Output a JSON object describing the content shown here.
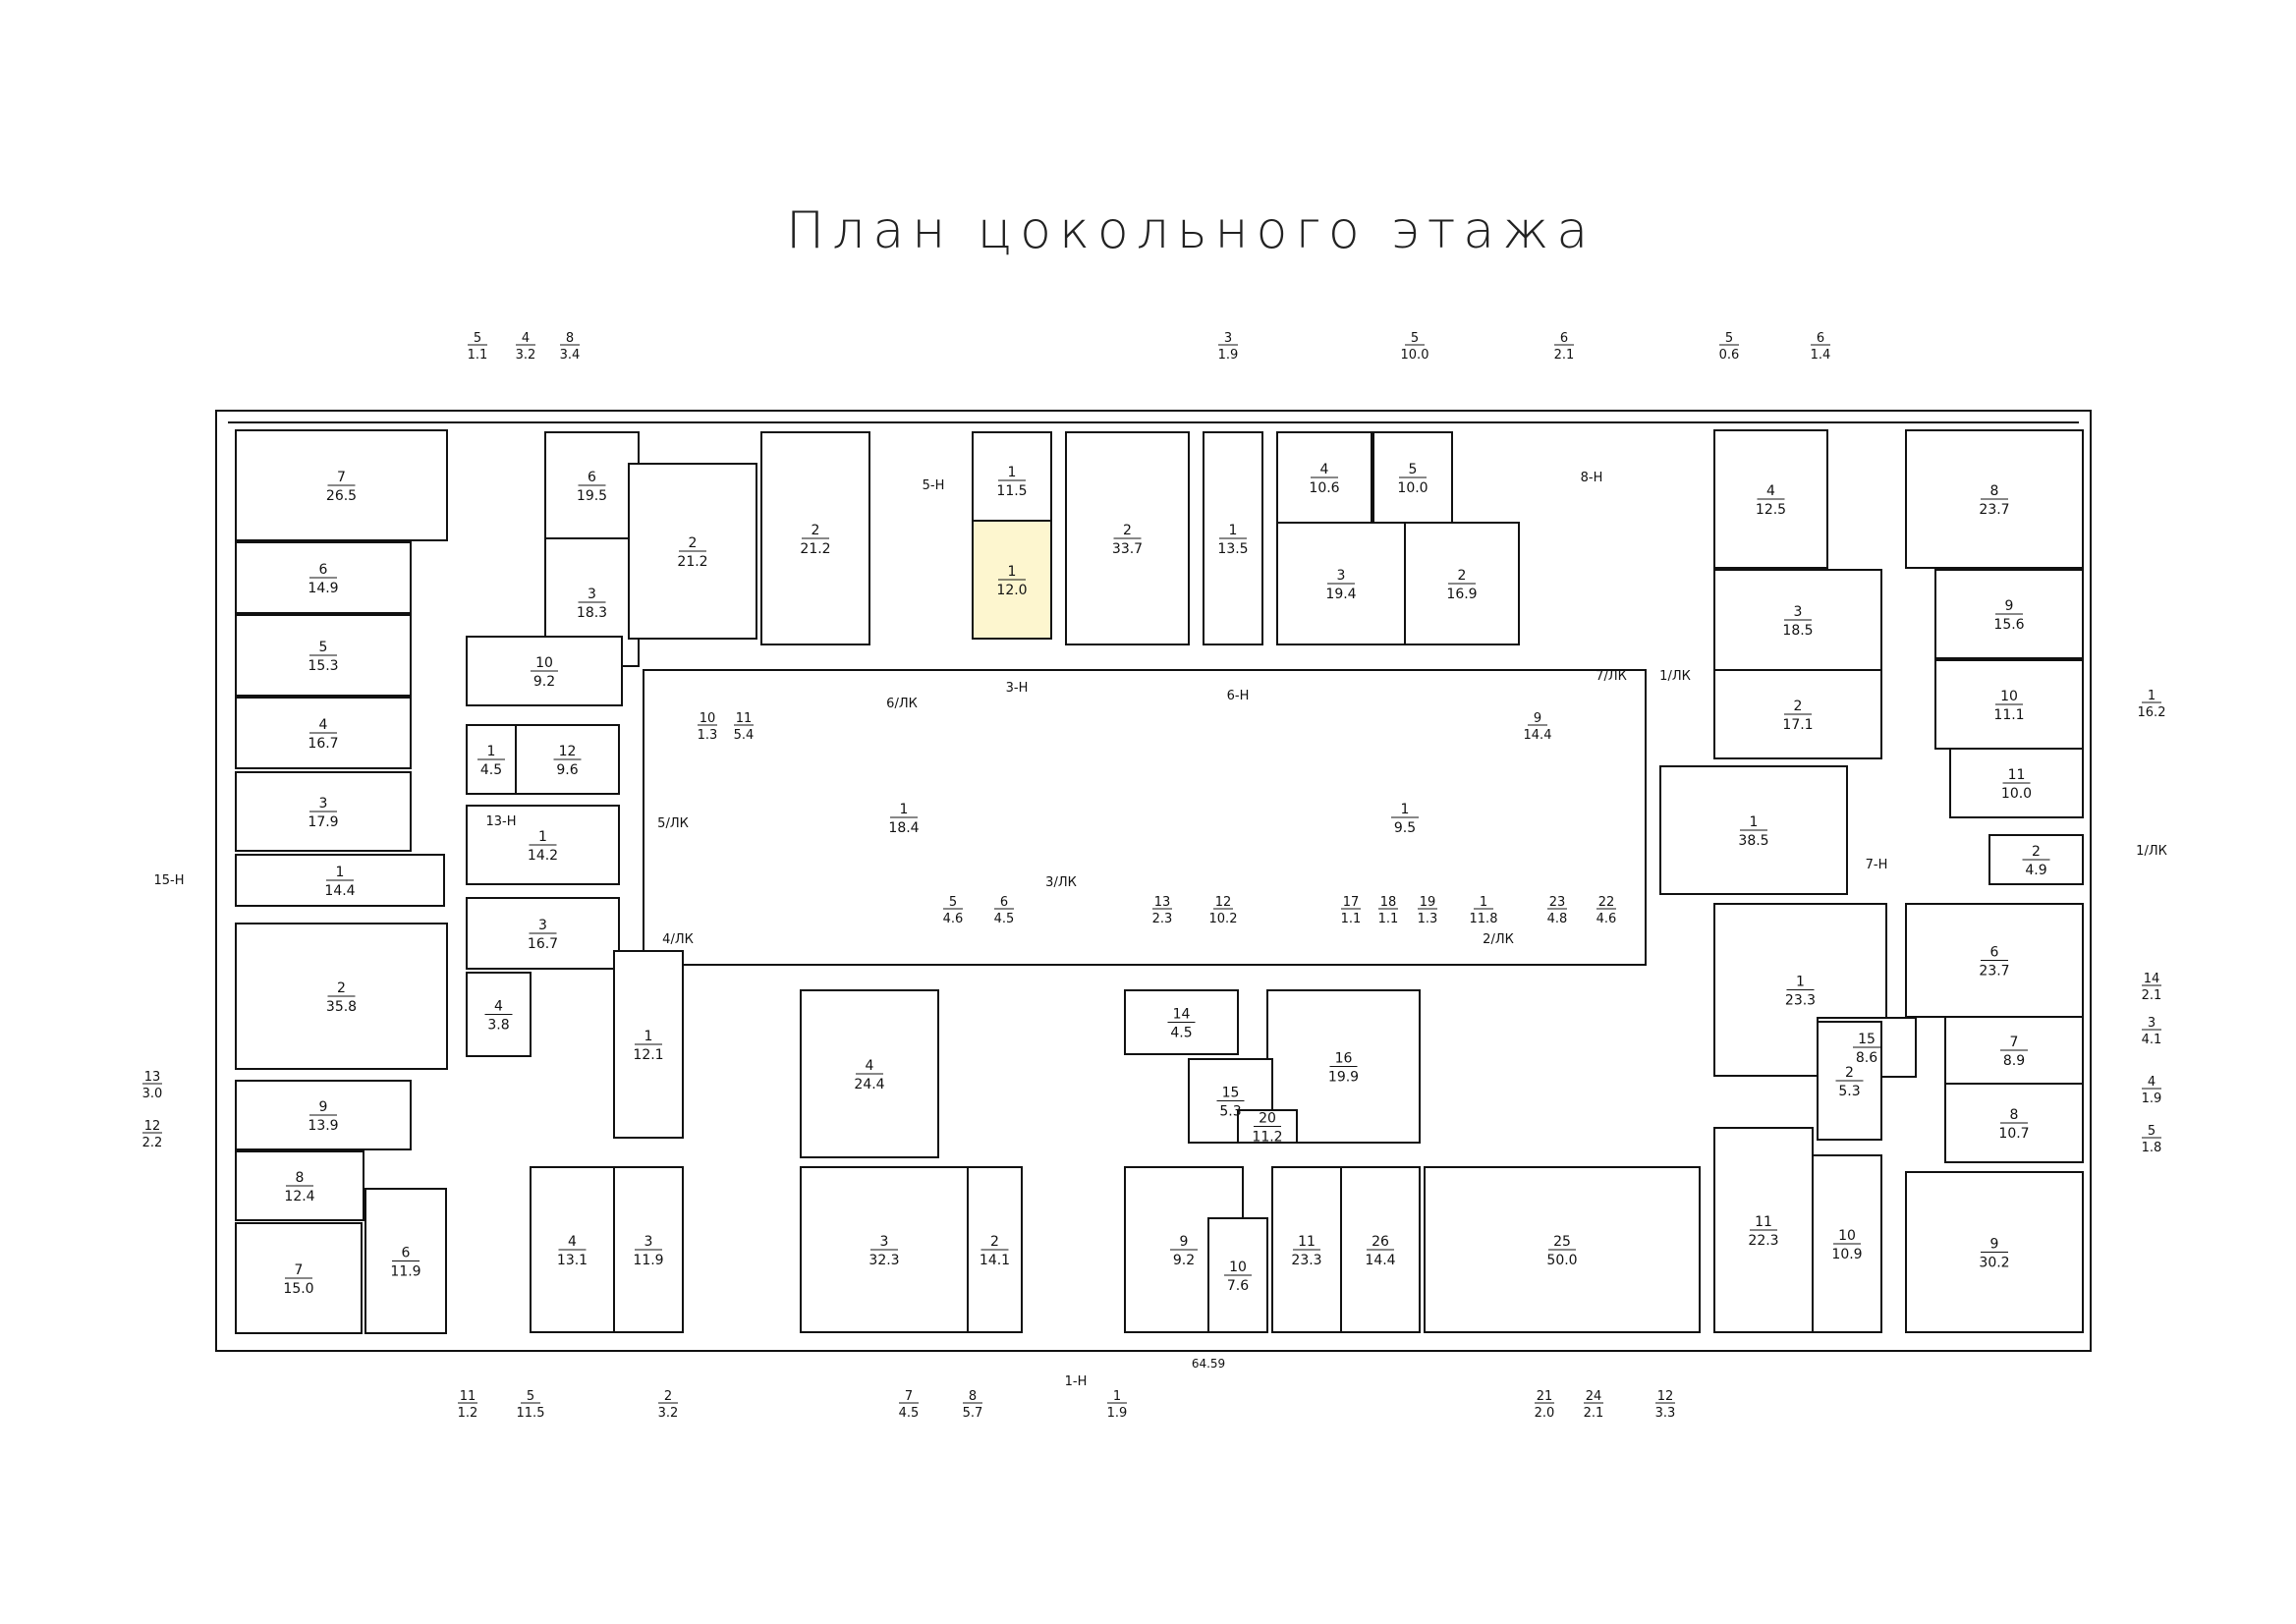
{
  "title": "План цокольного этажа",
  "total_length": "64.59",
  "rooms": [
    {
      "num": "7",
      "area": "26.5"
    },
    {
      "num": "6",
      "area": "14.9"
    },
    {
      "num": "5",
      "area": "15.3"
    },
    {
      "num": "4",
      "area": "16.7"
    },
    {
      "num": "3",
      "area": "17.9"
    },
    {
      "num": "1",
      "area": "14.4"
    },
    {
      "num": "2",
      "area": "35.8"
    },
    {
      "num": "9",
      "area": "13.9"
    },
    {
      "num": "8",
      "area": "12.4"
    },
    {
      "num": "7",
      "area": "15.0"
    },
    {
      "num": "6",
      "area": "11.9"
    },
    {
      "num": "6",
      "area": "19.5"
    },
    {
      "num": "3",
      "area": "18.3"
    },
    {
      "num": "2",
      "area": "21.2"
    },
    {
      "num": "10",
      "area": "9.2"
    },
    {
      "num": "12",
      "area": "9.6"
    },
    {
      "num": "1",
      "area": "4.5"
    },
    {
      "num": "1",
      "area": "14.2"
    },
    {
      "num": "3",
      "area": "16.7"
    },
    {
      "num": "4",
      "area": "3.8"
    },
    {
      "num": "1",
      "area": "12.1"
    },
    {
      "num": "4",
      "area": "13.1"
    },
    {
      "num": "3",
      "area": "11.9"
    },
    {
      "num": "2",
      "area": "21.2"
    },
    {
      "num": "1",
      "area": "11.5"
    },
    {
      "num": "1",
      "area": "12.0"
    },
    {
      "num": "2",
      "area": "33.7"
    },
    {
      "num": "1",
      "area": "13.5"
    },
    {
      "num": "4",
      "area": "10.6"
    },
    {
      "num": "3",
      "area": "19.4"
    },
    {
      "num": "2",
      "area": "16.9"
    },
    {
      "num": "5",
      "area": "10.0"
    },
    {
      "num": "4",
      "area": "24.4"
    },
    {
      "num": "3",
      "area": "32.3"
    },
    {
      "num": "2",
      "area": "14.1"
    },
    {
      "num": "14",
      "area": "4.5"
    },
    {
      "num": "16",
      "area": "19.9"
    },
    {
      "num": "15",
      "area": "5.3"
    },
    {
      "num": "20",
      "area": "11.2"
    },
    {
      "num": "9",
      "area": "9.2"
    },
    {
      "num": "10",
      "area": "7.6"
    },
    {
      "num": "11",
      "area": "23.3"
    },
    {
      "num": "26",
      "area": "14.4"
    },
    {
      "num": "25",
      "area": "50.0"
    },
    {
      "num": "4",
      "area": "12.5"
    },
    {
      "num": "3",
      "area": "18.5"
    },
    {
      "num": "2",
      "area": "17.1"
    },
    {
      "num": "1",
      "area": "38.5"
    },
    {
      "num": "8",
      "area": "23.7"
    },
    {
      "num": "9",
      "area": "15.6"
    },
    {
      "num": "10",
      "area": "11.1"
    },
    {
      "num": "11",
      "area": "10.0"
    },
    {
      "num": "2",
      "area": "4.9"
    },
    {
      "num": "1",
      "area": "23.3"
    },
    {
      "num": "6",
      "area": "23.7"
    },
    {
      "num": "7",
      "area": "8.9"
    },
    {
      "num": "8",
      "area": "10.7"
    },
    {
      "num": "11",
      "area": "22.3"
    },
    {
      "num": "10",
      "area": "10.9"
    },
    {
      "num": "9",
      "area": "30.2"
    },
    {
      "num": "15",
      "area": "8.6"
    },
    {
      "num": "2",
      "area": "5.3"
    },
    {
      "num": "1",
      "area": "18.4"
    },
    {
      "num": "1",
      "area": "9.5"
    }
  ],
  "top_labels": [
    {
      "num": "5",
      "val": "1.1"
    },
    {
      "num": "4",
      "val": "3.2"
    },
    {
      "num": "8",
      "val": "3.4"
    },
    {
      "num": "3",
      "val": "1.9"
    },
    {
      "num": "5",
      "val": "10.0"
    },
    {
      "num": "6",
      "val": "2.1"
    },
    {
      "num": "5",
      "val": "0.6"
    },
    {
      "num": "6",
      "val": "1.4"
    }
  ],
  "bottom_labels": [
    {
      "num": "11",
      "val": "1.2"
    },
    {
      "num": "5",
      "val": "11.5"
    },
    {
      "num": "2",
      "val": "3.2"
    },
    {
      "num": "7",
      "val": "4.5"
    },
    {
      "num": "8",
      "val": "5.7"
    },
    {
      "num": "1",
      "val": "1.9"
    },
    {
      "num": "21",
      "val": "2.0"
    },
    {
      "num": "24",
      "val": "2.1"
    },
    {
      "num": "12",
      "val": "3.3"
    }
  ],
  "right_labels": [
    {
      "num": "1",
      "val": "16.2"
    },
    {
      "num": "14",
      "val": "2.1"
    },
    {
      "num": "3",
      "val": "4.1"
    },
    {
      "num": "4",
      "val": "1.9"
    },
    {
      "num": "5",
      "val": "1.8"
    }
  ],
  "left_labels": [
    {
      "num": "13",
      "val": "3.0"
    },
    {
      "num": "12",
      "val": "2.2"
    }
  ],
  "courtyard_labels": [
    {
      "num": "10",
      "val": "1.3"
    },
    {
      "num": "11",
      "val": "5.4"
    },
    {
      "num": "9",
      "val": "14.4"
    },
    {
      "num": "5",
      "val": "4.6"
    },
    {
      "num": "6",
      "val": "4.5"
    },
    {
      "num": "13",
      "val": "2.3"
    },
    {
      "num": "12",
      "val": "10.2"
    },
    {
      "num": "17",
      "val": "1.1"
    },
    {
      "num": "18",
      "val": "1.1"
    },
    {
      "num": "19",
      "val": "1.3"
    },
    {
      "num": "1",
      "val": "11.8"
    },
    {
      "num": "23",
      "val": "4.8"
    },
    {
      "num": "22",
      "val": "4.6"
    }
  ],
  "entrances": [
    "15-Н",
    "13-Н",
    "5-Н",
    "3-Н",
    "6-Н",
    "8-Н",
    "7-Н",
    "1-Н",
    "6/ЛК",
    "5/ЛК",
    "4/ЛК",
    "3/ЛК",
    "2/ЛК",
    "7/ЛК",
    "1/ЛК",
    "1/ЛК"
  ],
  "highlight_color": "#fdf6cf",
  "line_color": "#111111"
}
